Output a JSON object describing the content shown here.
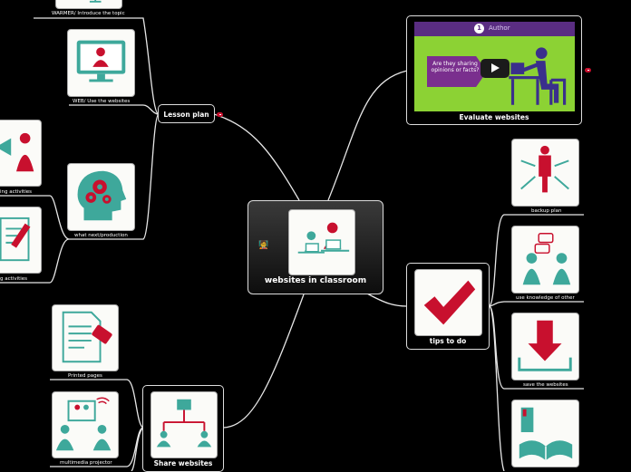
{
  "central": {
    "label": "websites in classroom",
    "emoji": "🧑‍🏫"
  },
  "branches": {
    "lesson_plan": {
      "label": "Lesson plan"
    },
    "evaluate": {
      "label": "Evaluate websites",
      "video": {
        "step": "1",
        "author": "Author",
        "question": "Are they sharing opinions or facts?"
      }
    },
    "tips": {
      "label": "tips to do"
    },
    "share": {
      "label": "Share websites"
    }
  },
  "subtopics": {
    "warmer": "WARMER/ Introduce the topic",
    "web": "WEB/ Use the websites",
    "speaking": "ing activities",
    "writing": "g activities",
    "what_next": "what next/production",
    "backup": "backup plan",
    "knowledge": "use knowledge of other",
    "save": "save the websites",
    "printed": "Printed pages",
    "projector": "multimedia projector"
  },
  "colors": {
    "teal": "#3ea89b",
    "red": "#c8102e",
    "card": "#fbfbf8",
    "line": "#e6e6e6"
  }
}
